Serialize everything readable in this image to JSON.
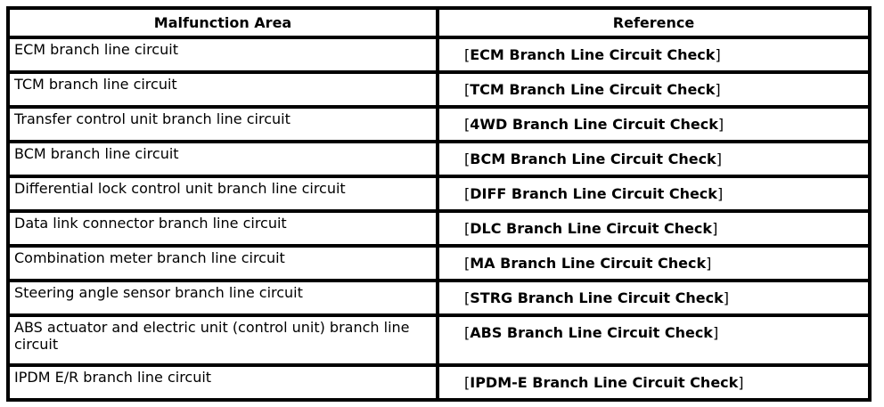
{
  "table": {
    "headers": [
      "Malfunction Area",
      "Reference"
    ],
    "brackets": {
      "open": "[",
      "close": "]"
    },
    "rows": [
      {
        "area": "ECM branch line circuit",
        "ref": "ECM Branch Line Circuit Check"
      },
      {
        "area": "TCM branch line circuit",
        "ref": "TCM Branch Line Circuit Check"
      },
      {
        "area": "Transfer control unit branch line circuit",
        "ref": "4WD Branch Line Circuit Check"
      },
      {
        "area": "BCM branch line circuit",
        "ref": "BCM Branch Line Circuit Check"
      },
      {
        "area": "Differential lock control unit branch line circuit",
        "ref": "DIFF Branch Line Circuit Check"
      },
      {
        "area": "Data link connector branch line circuit",
        "ref": "DLC Branch Line Circuit Check"
      },
      {
        "area": "Combination meter branch line circuit",
        "ref": "MA Branch Line Circuit Check"
      },
      {
        "area": "Steering angle sensor branch line circuit",
        "ref": "STRG Branch Line Circuit Check"
      },
      {
        "area": "ABS actuator and electric unit (control unit) branch line circuit",
        "ref": "ABS Branch Line Circuit Check"
      },
      {
        "area": "IPDM E/R branch line circuit",
        "ref": "IPDM-E Branch Line Circuit Check"
      }
    ]
  },
  "colors": {
    "border": "#000000",
    "text": "#000000",
    "background": "#ffffff"
  }
}
